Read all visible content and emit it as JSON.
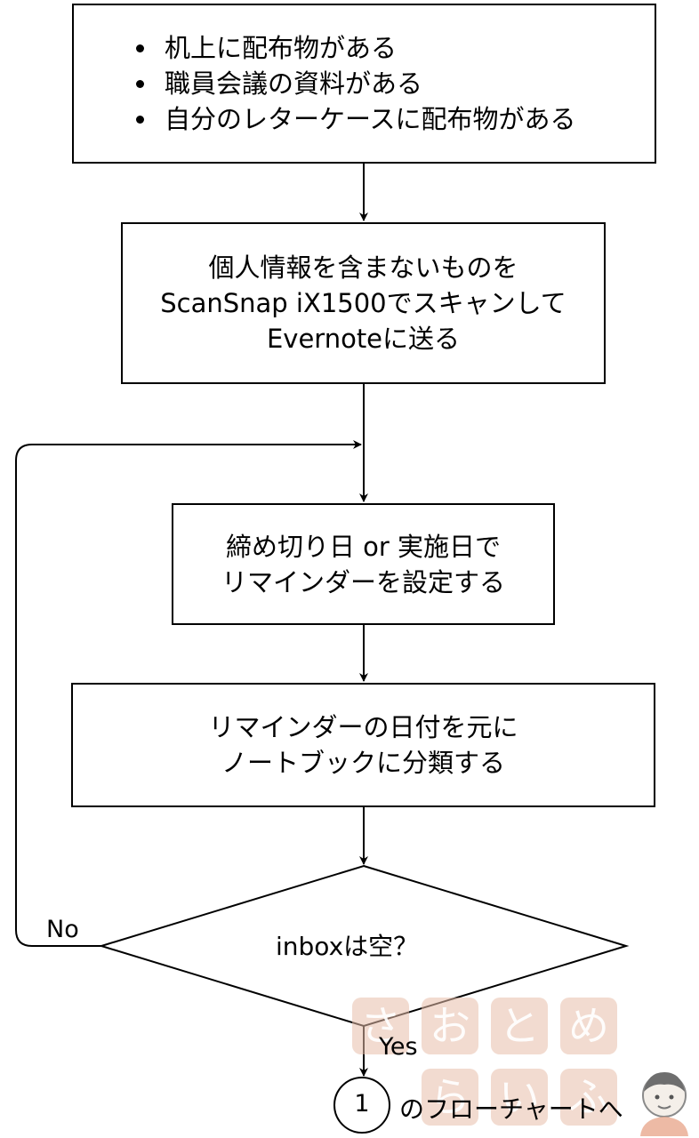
{
  "flowchart": {
    "start_box": {
      "items": [
        "机上に配布物がある",
        "職員会議の資料がある",
        "自分のレターケースに配布物がある"
      ]
    },
    "scan_box": {
      "lines": [
        "個人情報を含まないものを",
        "ScanSnap iX1500でスキャンして",
        "Evernoteに送る"
      ]
    },
    "reminder_box": {
      "lines": [
        "締め切り日 or 実施日で",
        "リマインダーを設定する"
      ]
    },
    "classify_box": {
      "lines": [
        "リマインダーの日付を元に",
        "ノートブックに分類する"
      ]
    },
    "decision": {
      "label": "inboxは空？",
      "no_label": "No",
      "yes_label": "Yes"
    },
    "connector": {
      "number": "1",
      "text": "のフローチャートへ"
    }
  },
  "watermark": {
    "row1": [
      "さ",
      "お",
      "と",
      "め"
    ],
    "row2": [
      "ら",
      "い",
      "ふ"
    ],
    "mascot_icon": "face-icon"
  }
}
